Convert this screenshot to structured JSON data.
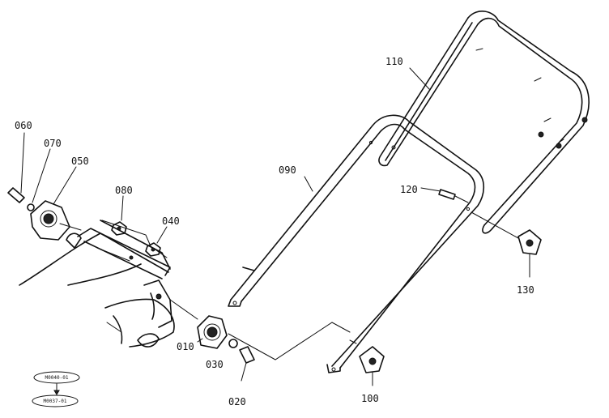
{
  "labels": {
    "p010": "010",
    "p020": "020",
    "p030": "030",
    "p040": "040",
    "p050": "050",
    "p060": "060",
    "p070": "070",
    "p080": "080",
    "p090": "090",
    "p100": "100",
    "p110": "110",
    "p120": "120",
    "p130": "130"
  },
  "ref_codes": {
    "top": "M0040-01",
    "bottom": "M0037-01"
  }
}
